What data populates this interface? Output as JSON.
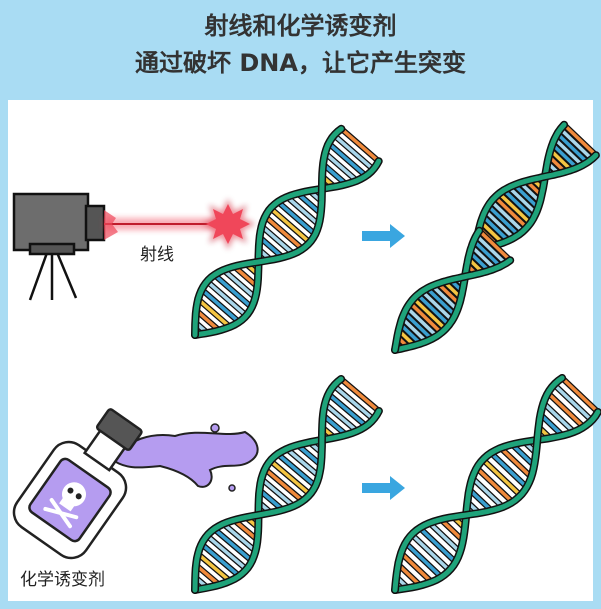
{
  "header": {
    "title_line1": "射线和化学诱变剂",
    "title_line2": "通过破坏 DNA，让它产生突变"
  },
  "labels": {
    "radiation": "射线",
    "chemical_mutagen": "化学诱变剂"
  },
  "icons": [
    "radiation-emitter-icon",
    "laser-beam-icon",
    "impact-burst-icon",
    "dna-helix-icon",
    "arrow-right-icon",
    "broken-dna-icon",
    "poison-bottle-icon",
    "skull-icon",
    "spilled-liquid-icon",
    "mutated-dna-icon"
  ],
  "colors": {
    "header_bg": "#a9dcf3",
    "strand": "#1fa37a",
    "rung_blue": "#3a9fd0",
    "rung_light": "#a9d6ea",
    "rung_orange": "#f08a3c",
    "rung_yellow": "#f4c542",
    "arrow": "#3aa6e0",
    "laser": "#f0475a",
    "liquid": "#b59cf0"
  }
}
